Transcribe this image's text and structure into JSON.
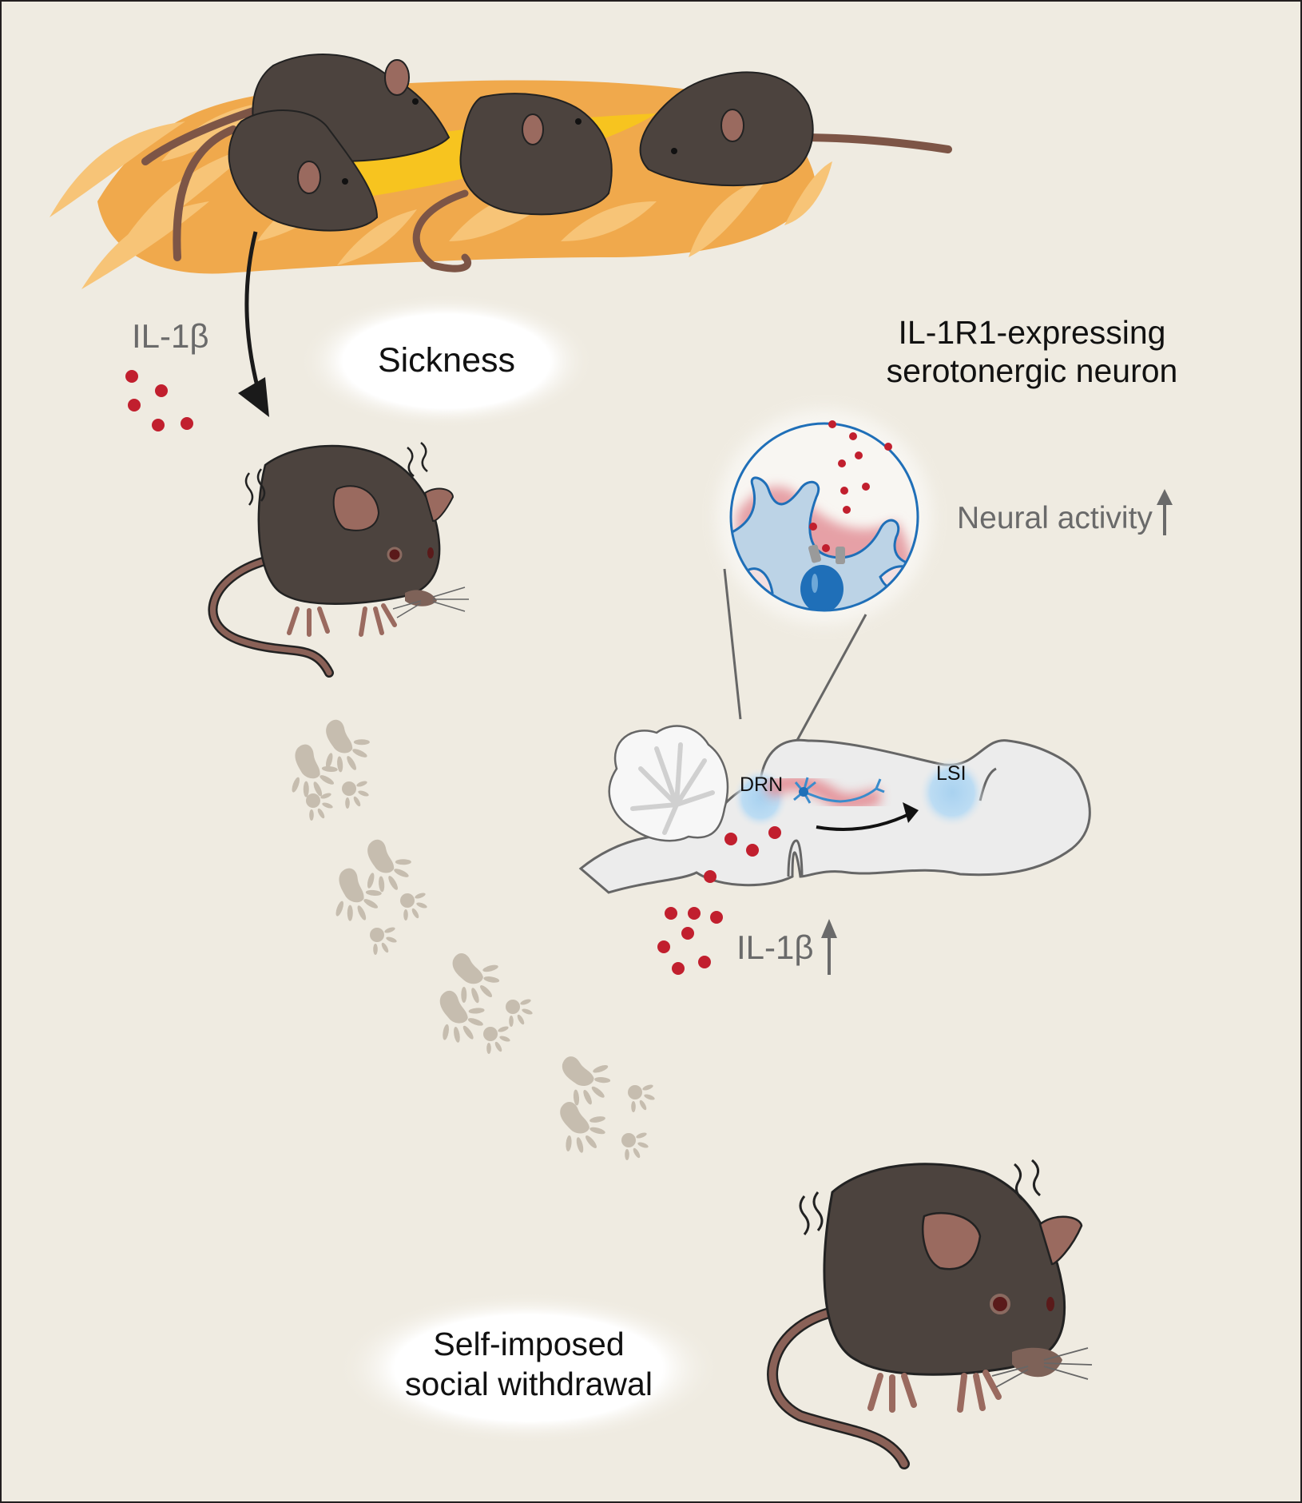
{
  "figure": {
    "title": "Graphical abstract: sickness-induced social withdrawal via IL-1R1-expressing serotonergic neurons",
    "colors": {
      "background": "#efebe1",
      "border": "#231f20",
      "mouse_fur": "#4c433e",
      "mouse_skin": "#9a6a5f",
      "nest_light": "#f7c477",
      "nest_mid": "#f0a94c",
      "nest_yellow": "#f7c41f",
      "cytokine_dot": "#c11f2e",
      "neuron_blue": "#1f6fb8",
      "neuron_fill": "#bcd3e6",
      "brain_fill": "#ececec",
      "brain_outline": "#666666",
      "footprint": "#c6bdaf",
      "text_grey": "#6a6a6a"
    }
  },
  "labels": {
    "il1b_top": "IL-1β",
    "sickness": "Sickness",
    "neuron_title_line1": "IL-1R1-expressing",
    "neuron_title_line2": "serotonergic neuron",
    "neural_activity": "Neural activity",
    "drn": "DRN",
    "lsi": "LSI",
    "il1b_bottom": "IL-1β",
    "withdrawal_line1": "Self-imposed",
    "withdrawal_line2": "social withdrawal"
  },
  "icons": {
    "up_arrow_neural": "up-arrow",
    "up_arrow_il1b": "up-arrow",
    "curved_arrow": "curved-arrow-down",
    "projection_arrow": "curved-arrow-right"
  },
  "scene": {
    "nest_mice_count": 4,
    "footprint_groups": 4
  }
}
